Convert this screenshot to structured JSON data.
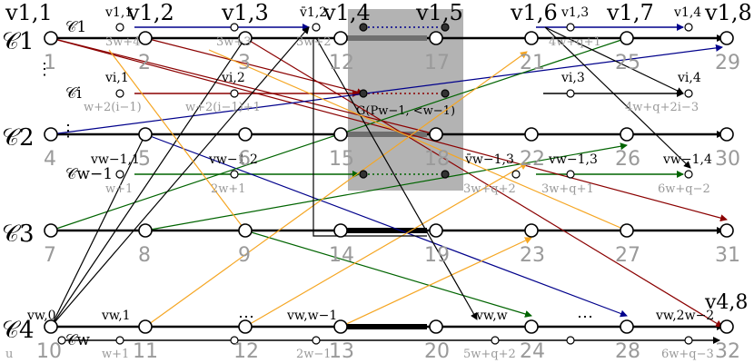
{
  "clusters": [
    {
      "label": "𝒞1"
    },
    {
      "label": "𝒞2"
    },
    {
      "label": "𝒞3"
    },
    {
      "label": "𝒞4"
    }
  ],
  "row_labels": {
    "c1": "𝒞1",
    "ci": "𝒞i",
    "cw1": "𝒞w−1",
    "cw": "𝒞w"
  },
  "top_labels": [
    "v1,1",
    "v1,2",
    "v1,3",
    "v1,4",
    "v1,5",
    "v1,6",
    "v1,7",
    "v1,8"
  ],
  "node_numbers": [
    "1",
    "2",
    "3",
    "12",
    "17",
    "21",
    "25",
    "29",
    "4",
    "5",
    "6",
    "15",
    "18",
    "22",
    "26",
    "30",
    "7",
    "8",
    "9",
    "14",
    "19",
    "23",
    "27",
    "31",
    "10",
    "11",
    "12",
    "13",
    "20",
    "24",
    "28",
    "32"
  ],
  "upper_labels": {
    "v1_1": "v1,1",
    "v1_2": "v1,2",
    "v1_3": "v1,3",
    "v1_4": "v1,4",
    "vbar12": "v̄1,2",
    "vi1": "vi,1",
    "vi2": "vi,2",
    "vi3": "vi,3",
    "vi4": "vi,4",
    "vw1_1": "vw−1,1",
    "vw1_2": "vw−1,2",
    "vw1_3": "vw−1,3",
    "vw1_4": "vw−1,4",
    "vbarw13": "v̄w−1,3",
    "vw0": "vw,0",
    "vw1": "vw,1",
    "vwww1": "vw,w−1",
    "vww": "vw,w",
    "vw2w2": "vw,2w−2",
    "v48": "v4,8",
    "vdots": "⋯"
  },
  "gray_labels": [
    "3w+4",
    "3w+3",
    "3w+2",
    "4w+q+1",
    "w+2(i−1)",
    "w+2(i−1)+1",
    "4w+q+2i−3",
    "w+1",
    "2w+1",
    "3w+q+2",
    "3w+q+1",
    "6w+q−2",
    "w+1",
    "2w−1",
    "5w+q+2",
    "6w+q−3",
    "u"
  ],
  "gadget_label": "G(Pw−1, <w−1)",
  "dots": [
    "⋮",
    "⋮",
    "⋯",
    "⋯"
  ]
}
